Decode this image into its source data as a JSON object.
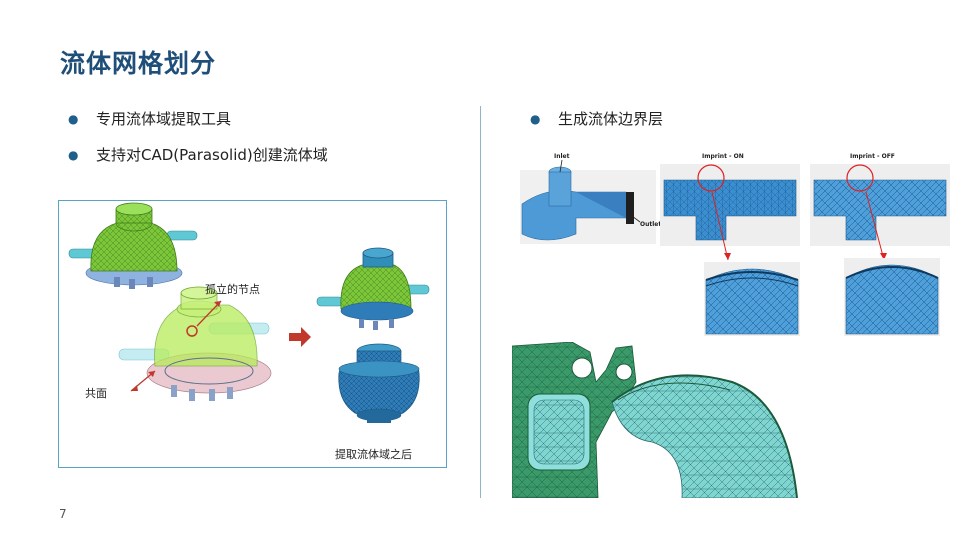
{
  "slide": {
    "title": "流体网格划分",
    "page_number": "7",
    "left_bullets": [
      "专用流体域提取工具",
      "支持对CAD(Parasolid)创建流体域"
    ],
    "right_bullets": [
      "生成流体边界层"
    ]
  },
  "left_figure": {
    "label_isolated_node": "孤立的节点",
    "label_coplanar": "共面",
    "label_after": "提取流体域之后"
  },
  "right_figure": {
    "label_inlet": "Inlet",
    "label_outlet": "Outlet",
    "label_imprint_on": "Imprint - ON",
    "label_imprint_off": "Imprint - OFF"
  },
  "colors": {
    "title": "#1f4e79",
    "bullet": "#1f5f8b",
    "accent_red": "#c0392b",
    "mesh_green": "#7cc63a",
    "mesh_blue": "#2e7db8",
    "mesh_cyan": "#7fd6d0"
  }
}
